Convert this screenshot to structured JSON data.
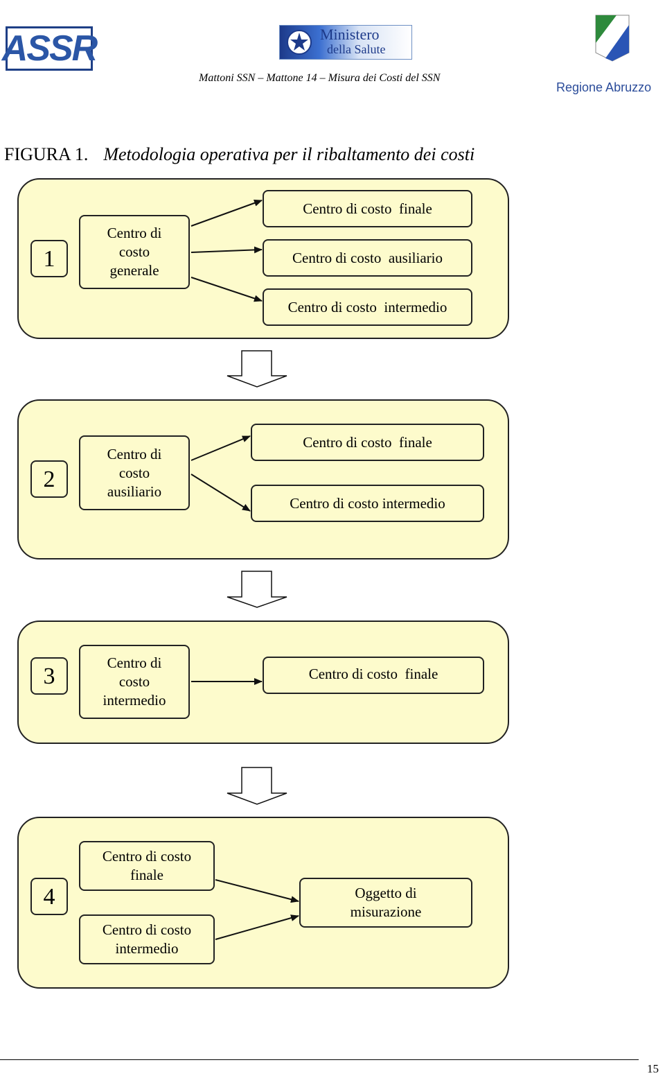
{
  "header": {
    "assr_logo_text": "ASSR",
    "ministry_logo_line1": "Ministero",
    "ministry_logo_line2": "della Salute",
    "document_title": "Mattoni SSN – Mattone 14 – Misura dei Costi del SSN",
    "region_name": "Regione Abruzzo",
    "region_flag_colors": [
      "#2e8a3c",
      "#ffffff",
      "#2a55b5"
    ]
  },
  "figure": {
    "label": "FIGURA 1.",
    "caption": "Metodologia operativa per il ribaltamento dei costi"
  },
  "steps": [
    {
      "number": "1",
      "source": [
        "Centro di",
        "costo",
        "generale"
      ],
      "targets": [
        "Centro di costo  finale",
        "Centro di costo  ausiliario",
        "Centro di costo  intermedio"
      ]
    },
    {
      "number": "2",
      "source": [
        "Centro di",
        "costo",
        "ausiliario"
      ],
      "targets": [
        "Centro di costo  finale",
        "Centro di costo intermedio"
      ]
    },
    {
      "number": "3",
      "source": [
        "Centro di",
        "costo",
        "intermedio"
      ],
      "targets": [
        "Centro di costo  finale"
      ]
    },
    {
      "number": "4",
      "sources": [
        [
          "Centro di costo",
          "finale"
        ],
        [
          "Centro di costo",
          "intermedio"
        ]
      ],
      "target": [
        "Oggetto di",
        "misurazione"
      ]
    }
  ],
  "colors": {
    "panel_fill": "#fdfbcc",
    "border": "#222222"
  },
  "page_number": "15"
}
